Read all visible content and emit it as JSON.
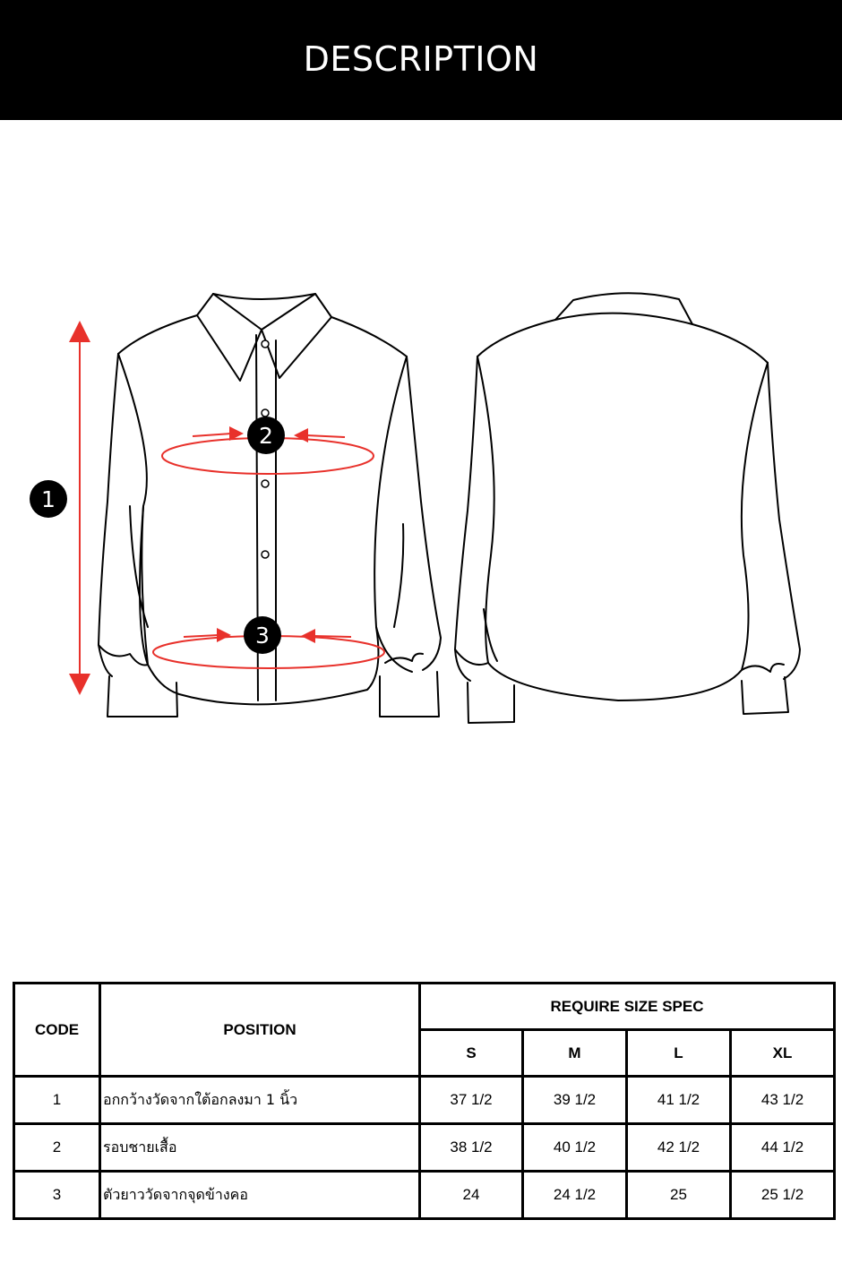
{
  "header": {
    "title": "DESCRIPTION"
  },
  "markers": {
    "one": "1",
    "two": "2",
    "three": "3"
  },
  "colors": {
    "header_bg": "#000000",
    "measure_red": "#e8312b"
  },
  "table": {
    "code_header": "CODE",
    "position_header": "POSITION",
    "spec_header": "REQUIRE SIZE SPEC",
    "sizes": [
      "S",
      "M",
      "L",
      "XL"
    ],
    "rows": [
      {
        "code": "1",
        "position": "อกกว้างวัดจากใต้อกลงมา 1 นิ้ว",
        "values": [
          "37 1/2",
          "39 1/2",
          "41 1/2",
          "43 1/2"
        ]
      },
      {
        "code": "2",
        "position": "รอบชายเสื้อ",
        "values": [
          "38 1/2",
          "40 1/2",
          "42 1/2",
          "44 1/2"
        ]
      },
      {
        "code": "3",
        "position": "ตัวยาววัดจากจุดข้างคอ",
        "values": [
          "24",
          "24 1/2",
          "25",
          "25 1/2"
        ]
      }
    ]
  }
}
